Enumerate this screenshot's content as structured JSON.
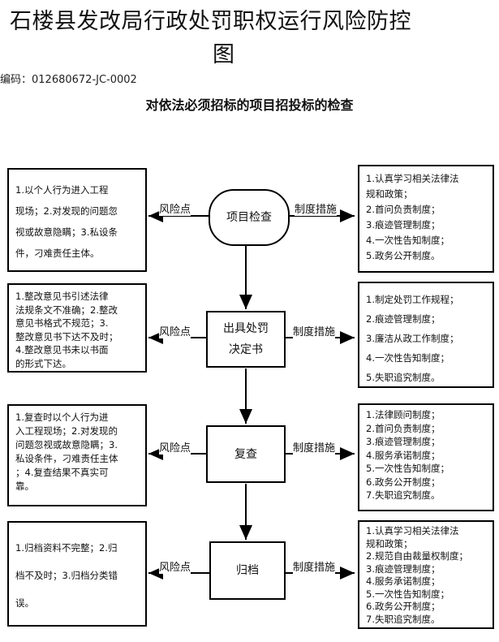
{
  "title_line1": "石楼县发改局行政处罚职权运行风险防控",
  "title_line2": "图",
  "code": "编码：012680672-JC-0002",
  "subtitle": "对依法必须招标的项目招投标的检查",
  "risk_label": "风险点",
  "measure_label": "制度措施",
  "steps": [
    {
      "name": "项目检查",
      "risks": [
        "1.以个人行为进入工程",
        "现场；2.对发现的问题忽",
        "视或故意隐瞒；3.私设条",
        "件，刁难责任主体。"
      ],
      "measures": [
        "1.认真学习相关法律法",
        "规和政策；",
        "2.首问负责制度；",
        "3.痕迹管理制度；",
        "4.一次性告知制度；",
        "5.政务公开制度。"
      ]
    },
    {
      "name_lines": [
        "出具处罚",
        "决定书"
      ],
      "risks": [
        "1.整改意见书引述法律",
        "法规条文不准确；2.整改",
        "意见书格式不规范；3.",
        "整改意见书下达不及时；",
        "4.整改意见书未以书面",
        "的形式下达。"
      ],
      "measures": [
        "1.制定处罚工作规程；",
        "2.痕迹管理制度；",
        "3.廉洁从政工作制度；",
        "4.一次性告知制度；",
        "5.失职追究制度。"
      ]
    },
    {
      "name": "复查",
      "risks": [
        "1.复查时以个人行为进",
        "入工程现场；2.对发现的",
        "问题忽视或故意隐瞒；3.",
        "私设条件，刁难责任主体",
        "；4.复查结果不真实可",
        "靠。"
      ],
      "measures": [
        "1.法律顾问制度；",
        "2.首问负责制度；",
        "3.痕迹管理制度；",
        "4.服务承诺制度；",
        "5.一次性告知制度；",
        "6.政务公开制度；",
        "7.失职追究制度。"
      ]
    },
    {
      "name": "归档",
      "risks": [
        "1.归档资料不完整；2.归",
        "档不及时；3.归档分类错",
        "误。"
      ],
      "measures": [
        "1.认真学习相关法律法",
        "规和政策；",
        "2.规范自由裁量权制度；",
        "3.痕迹管理制度；",
        "4.服务承诺制度；",
        "5.一次性告知制度；",
        "6.政务公开制度；",
        "7.失职追究制度。"
      ]
    }
  ]
}
